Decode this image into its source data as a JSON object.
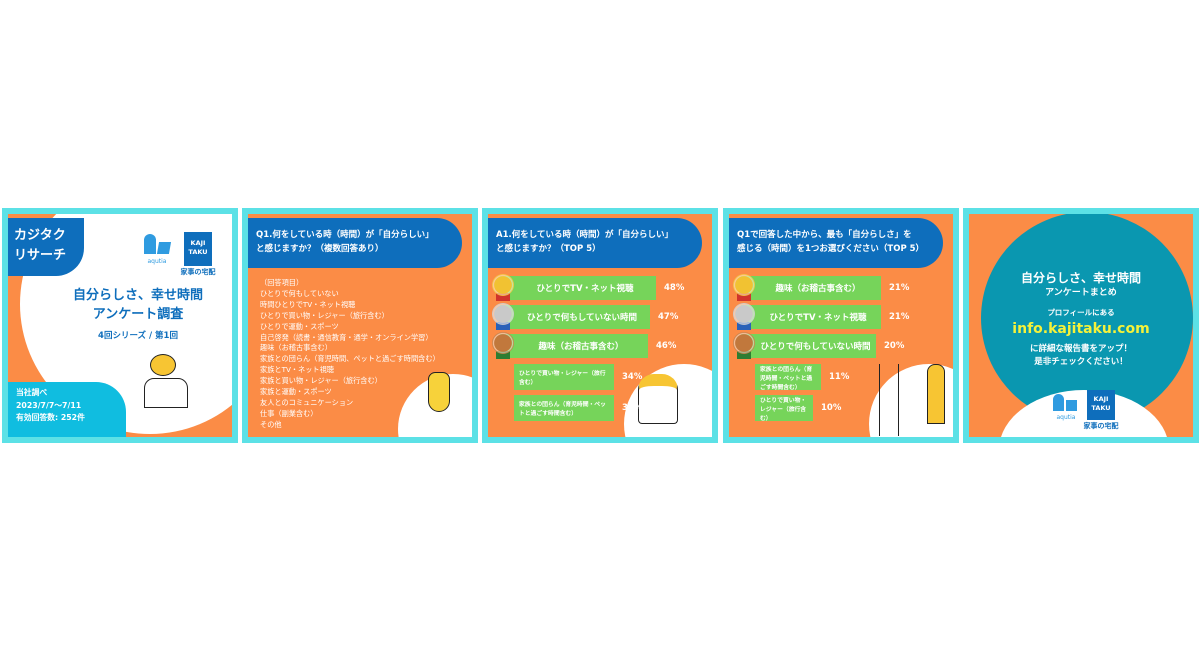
{
  "colors": {
    "frame": "#5ce1e6",
    "orange": "#fb8c46",
    "blue": "#0e6ebc",
    "green": "#76d45a",
    "teal": "#0a97b0",
    "cyan": "#10bde0",
    "link_yellow": "#f5f23a"
  },
  "logos": {
    "aqutia": "aqutia",
    "kajitaku_line1": "KAJI",
    "kajitaku_line2": "TAKU",
    "kajitaku_sub": "家事の宅配"
  },
  "cover": {
    "tag_line1": "カジタク",
    "tag_line2": "リサーチ",
    "title_line1": "自分らしさ、幸せ時間",
    "title_line2": "アンケート調査",
    "series": "4回シリーズ / 第1回",
    "info": [
      "当社調べ",
      "2023/7/7〜7/11",
      "有効回答数: 252件"
    ]
  },
  "q1": {
    "question_line1": "Q1.何をしている時（時間）が「自分らしい」",
    "question_line2": "と感じますか？（複数回答あり）",
    "items": [
      "（回答項目）",
      "ひとりで何もしていない",
      "時間ひとりでTV・ネット視聴",
      "ひとりで買い物・レジャー（旅行含む）",
      "ひとりで運動・スポーツ",
      "自己啓発（読書・通信教育・通学・オンライン学習）",
      "趣味（お稽古事含む）",
      "家族との団らん（育児時間、ペットと過ごす時間含む）",
      "家族とTV・ネット視聴",
      "家族と買い物・レジャー（旅行含む）",
      "家族と運動・スポーツ",
      "友人とのコミュニケーション",
      "仕事（副業含む）",
      "その他"
    ]
  },
  "a1": {
    "question_line1": "A1.何をしている時（時間）が「自分らしい」",
    "question_line2": "と感じますか？（TOP 5）",
    "ranking": [
      {
        "label": "ひとりでTV・ネット視聴",
        "value": "48%",
        "medal": "gold"
      },
      {
        "label": "ひとりで何もしていない時間",
        "value": "47%",
        "medal": "silver"
      },
      {
        "label": "趣味（お稽古事含む）",
        "value": "46%",
        "medal": "bronze"
      },
      {
        "label": "ひとりで買い物・レジャー（旅行含む）",
        "value": "34%"
      },
      {
        "label": "家族との団らん（育児時間・ペットと過ごす時間含む）",
        "value": "31%"
      }
    ]
  },
  "q2": {
    "question_line1": "Q1で回答した中から、最も「自分らしさ」を",
    "question_line2": "感じる（時間）を1つお選びください（TOP 5）",
    "ranking": [
      {
        "label": "趣味（お稽古事含む）",
        "value": "21%",
        "medal": "gold"
      },
      {
        "label": "ひとりでTV・ネット視聴",
        "value": "21%",
        "medal": "silver"
      },
      {
        "label": "ひとりで何もしていない時間",
        "value": "20%",
        "medal": "bronze"
      },
      {
        "label": "家族との団らん（育児時間・ペットと過ごす時間含む）",
        "value": "11%"
      },
      {
        "label": "ひとりで買い物・レジャー（旅行含む）",
        "value": "10%"
      }
    ]
  },
  "summary": {
    "title_line1": "自分らしさ、幸せ時間",
    "title_line2": "アンケートまとめ",
    "lead": "プロフィールにある",
    "link": "info.kajitaku.com",
    "body_line1": "に詳細な報告書をアップ！",
    "body_line2": "是非チェックください！"
  }
}
